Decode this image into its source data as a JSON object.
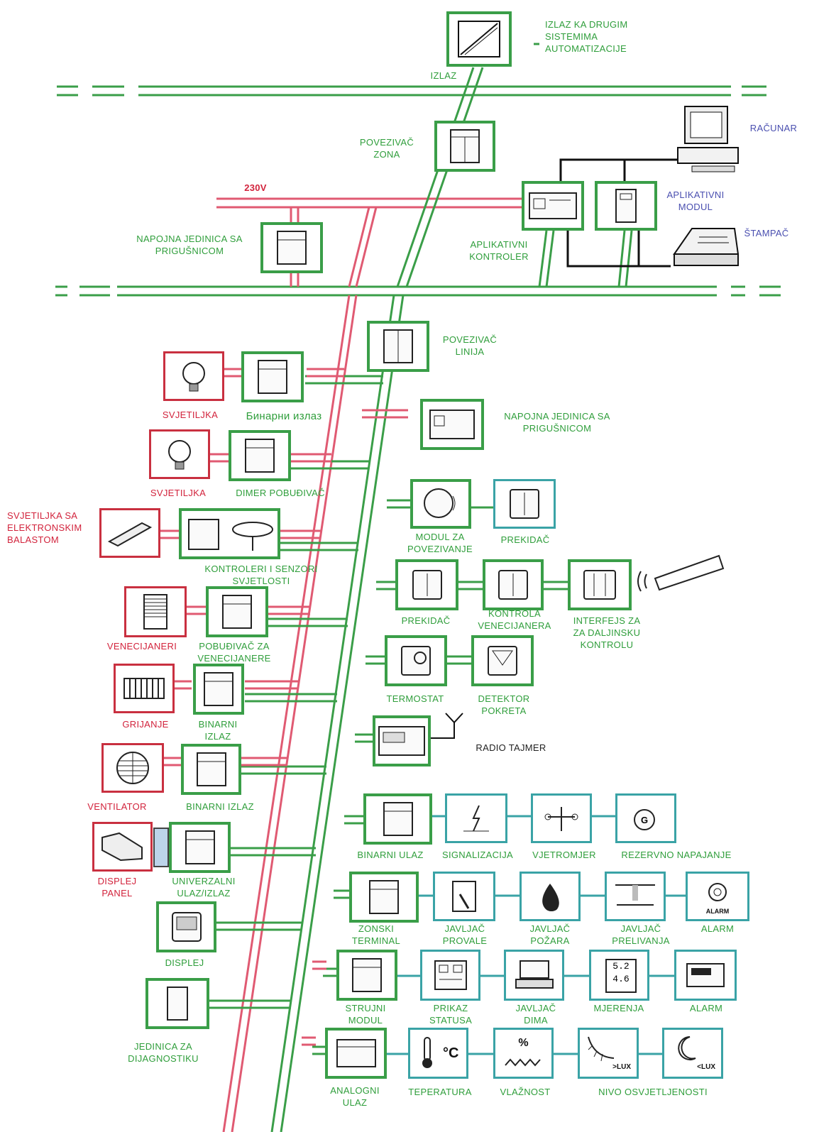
{
  "top": {
    "output_label": "IZLAZ",
    "output_systems": "IZLAZ KA DRUGIM\nSISTEMIMA\nAUTOMATIZACIJE",
    "zone_coupler": "POVEZIVAČ\nZONA",
    "voltage": "230V",
    "computer": "RAČUNAR",
    "app_module": "APLIKATIVNI\nMODUL",
    "printer": "ŠTAMPAČ",
    "app_controller": "APLIKATIVNI\nKONTROLER",
    "power_unit_top": "NAPOJNA JEDINICA SA\nPRIGUŠNICOM",
    "line_coupler": "POVEZIVAČ\nLINIJA",
    "power_unit_mid": "NAPOJNA JEDINICA SA\nPRIGUŠNICOM"
  },
  "left": {
    "lamp1": "SVJETILJKA",
    "binary_out_cyr": "Бинарни излаз",
    "lamp2": "SVJETILJKA",
    "dimmer": "DIMER POBUĐIVAČ",
    "lamp_ballast": "SVJETILJKA SA\nELEKTRONSKIM\nBALASTOM",
    "light_ctrl": "KONTROLERI I SENZORI\nSVJETLOSTI",
    "blinds": "VENECIJANERI",
    "blinds_driver": "POBUĐIVAČ ZA\nVENECIJANERE",
    "heating": "GRIJANJE",
    "binary_out1": "BINARNI\nIZLAZ",
    "fan": "VENTILATOR",
    "binary_out2": "BINARNI IZLAZ",
    "display_panel": "DISPLEJ\nPANEL",
    "universal_io": "UNIVERZALNI\nULAZ/IZLAZ",
    "display": "DISPLEJ",
    "diagnostics": "JEDINICA ZA\nDIJAGNOSTIKU"
  },
  "right": {
    "coupling_module": "MODUL ZA\nPOVEZIVANJE",
    "switch1": "PREKIDAČ",
    "switch2": "PREKIDAČ",
    "blind_control": "KONTROLA\nVENECIJANERA",
    "remote_interface": "INTERFEJS ZA\nZA DALJINSKU\nKONTROLU",
    "thermostat": "TERMOSTAT",
    "motion": "DETEKTOR\nPOKRETA",
    "radio_timer": "RADIO TAJMER",
    "binary_in": "BINARNI ULAZ",
    "signaling": "SIGNALIZACIJA",
    "wind": "VJETROMJER",
    "backup_power": "REZERVNO NAPAJANJE",
    "zone_terminal": "ZONSKI\nTERMINAL",
    "burglar": "JAVLJAČ\nPROVALE",
    "fire": "JAVLJAČ\nPOŽARA",
    "overflow": "JAVLJAČ\nPRELIVANJA",
    "alarm1": "ALARM",
    "alarm_icon_text": "ALARM",
    "current_module": "STRUJNI\nMODUL",
    "status": "PRIKAZ\nSTATUSA",
    "smoke": "JAVLJAČ\nDIMA",
    "measurement": "MJERENJA",
    "alarm2": "ALARM",
    "analog_in": "ANALOGNI\nULAZ",
    "temperature": "TEPERATURA",
    "humidity": "VLAŽNOST",
    "illumination": "NIVO OSVJETLJENOSTI",
    "temp_unit": "°C",
    "humidity_unit": "%",
    "lux_high": ">LUX",
    "lux_low": "<LUX",
    "measure_display": "5.2\n4.6"
  }
}
